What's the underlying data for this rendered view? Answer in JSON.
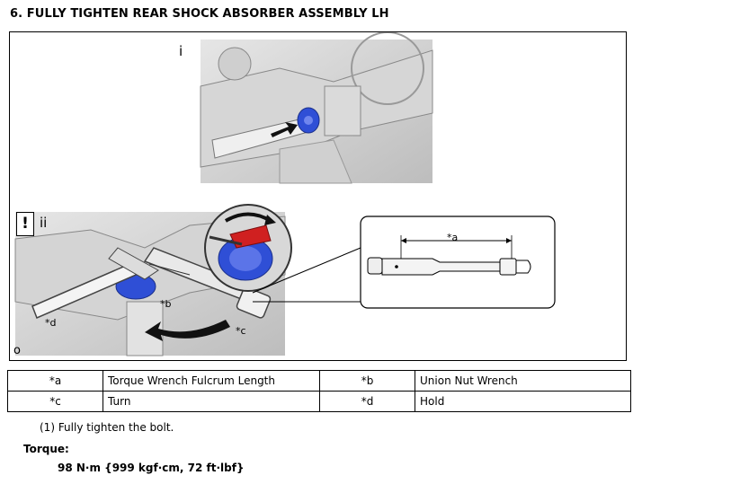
{
  "heading": "6. FULLY TIGHTEN REAR SHOCK ABSORBER ASSEMBLY LH",
  "figure": {
    "panel1_label": "i",
    "panel2_label": "ii",
    "caution_mark": "!",
    "corner_label": "o",
    "callouts": {
      "a": "*a",
      "b": "*b",
      "c": "*c",
      "d": "*d"
    }
  },
  "legend": [
    {
      "code": "*a",
      "desc": "Torque Wrench Fulcrum Length",
      "code2": "*b",
      "desc2": "Union Nut Wrench"
    },
    {
      "code": "*c",
      "desc": "Turn",
      "code2": "*d",
      "desc2": "Hold"
    }
  ],
  "step": "(1) Fully tighten the bolt.",
  "torque_label": "Torque:",
  "torque_value": "98 N·m {999 kgf·cm, 72 ft·lbf}",
  "colors": {
    "photo_gray": "#c9c9c9",
    "highlight_blue": "#2f4fd6",
    "highlight_red": "#d02020",
    "arrow_black": "#111111"
  }
}
